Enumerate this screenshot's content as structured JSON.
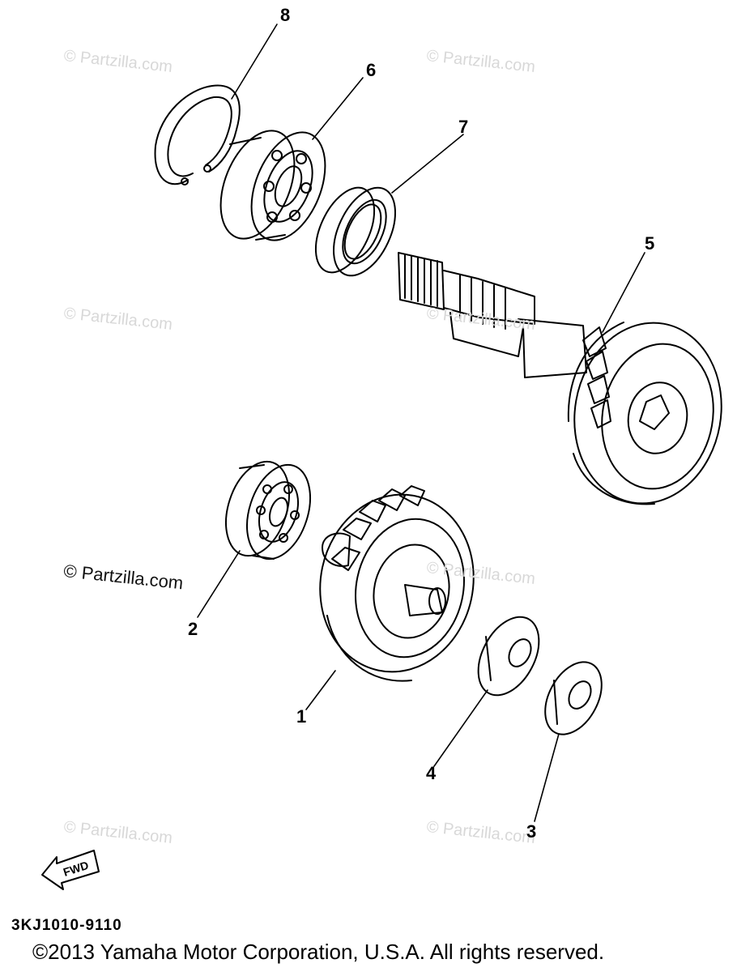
{
  "watermarks": {
    "light": "© Partzilla.com",
    "dark": "© Partzilla.com"
  },
  "callouts": {
    "c1": "1",
    "c2": "2",
    "c3": "3",
    "c4": "4",
    "c5": "5",
    "c6": "6",
    "c7": "7",
    "c8": "8"
  },
  "fwd_label": "FWD",
  "diagram_code": "3KJ1010-9110",
  "copyright": "©2013  Yamaha Motor Corporation, U.S.A. All rights reserved.",
  "colors": {
    "line": "#000000",
    "watermark": "#d8d8d8",
    "background": "#ffffff"
  }
}
